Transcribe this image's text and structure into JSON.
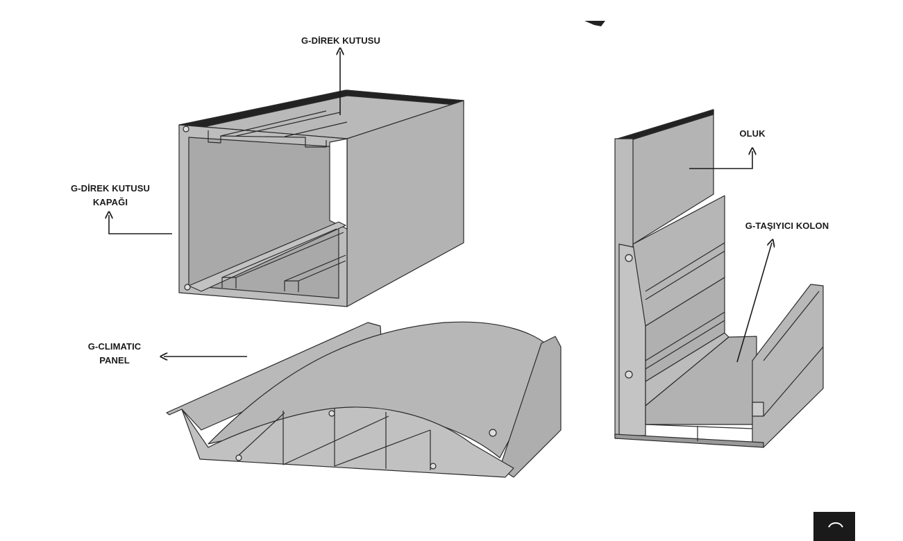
{
  "labels": {
    "direk_kutusu": "G-DİREK KUTUSU",
    "kapak_line1": "G-DİREK KUTUSU",
    "kapak_line2": "KAPAĞI",
    "climatic_line1": "G-CLIMATIC",
    "climatic_line2": "PANEL",
    "oluk": "OLUK",
    "tasiyici": "G-TAŞIYICI KOLON"
  },
  "colors": {
    "profile_fill": "#b7b7b7",
    "profile_dark": "#8e8e8e",
    "outline": "#2a2a2a",
    "top_strip": "#222222",
    "text": "#1a1a1a"
  }
}
